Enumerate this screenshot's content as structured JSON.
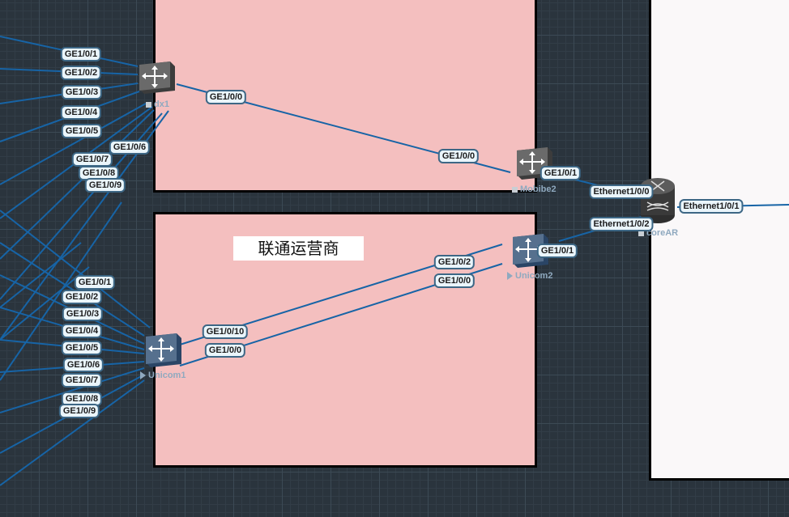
{
  "areas": {
    "dx": {
      "title": ""
    },
    "unicom": {
      "title": "联通运营商"
    },
    "right": {
      "title": ""
    }
  },
  "devices": {
    "dx1": {
      "name": "dx1",
      "type": "switch",
      "color": "#5d5d5d",
      "marker": "square"
    },
    "mobibe2": {
      "name": "Mobibe2",
      "type": "switch",
      "color": "#5d5d5d",
      "marker": "square"
    },
    "unicom1": {
      "name": "Unicom1",
      "type": "switch",
      "color": "#4a6482",
      "marker": "triangle"
    },
    "unicom2": {
      "name": "Unicom2",
      "type": "switch",
      "color": "#4a6482",
      "marker": "triangle"
    },
    "coreAR": {
      "name": "coreAR",
      "type": "router",
      "color": "#4f4f4f",
      "marker": "square"
    }
  },
  "ports": {
    "dx1_left": [
      "GE1/0/1",
      "GE1/0/2",
      "GE1/0/3",
      "GE1/0/4",
      "GE1/0/5",
      "GE1/0/6",
      "GE1/0/7",
      "GE1/0/8",
      "GE1/0/9"
    ],
    "dx1_uplink": "GE1/0/0",
    "mobibe2_down": "GE1/0/0",
    "mobibe2_up": "GE1/0/1",
    "coreAR_e0": "Ethernet1/0/0",
    "coreAR_e1": "Ethernet1/0/1",
    "coreAR_e2": "Ethernet1/0/2",
    "unicom1_left": [
      "GE1/0/1",
      "GE1/0/2",
      "GE1/0/3",
      "GE1/0/4",
      "GE1/0/5",
      "GE1/0/6",
      "GE1/0/7",
      "GE1/0/8",
      "GE1/0/9"
    ],
    "unicom1_up_a": "GE1/0/10",
    "unicom1_up_b": "GE1/0/0",
    "unicom2_a": "GE1/0/2",
    "unicom2_b": "GE1/0/0",
    "unicom2_up": "GE1/0/1"
  },
  "colors": {
    "link": "#1764a6",
    "area_fill": "#f4bfbf",
    "canvas": "#2a343d"
  }
}
